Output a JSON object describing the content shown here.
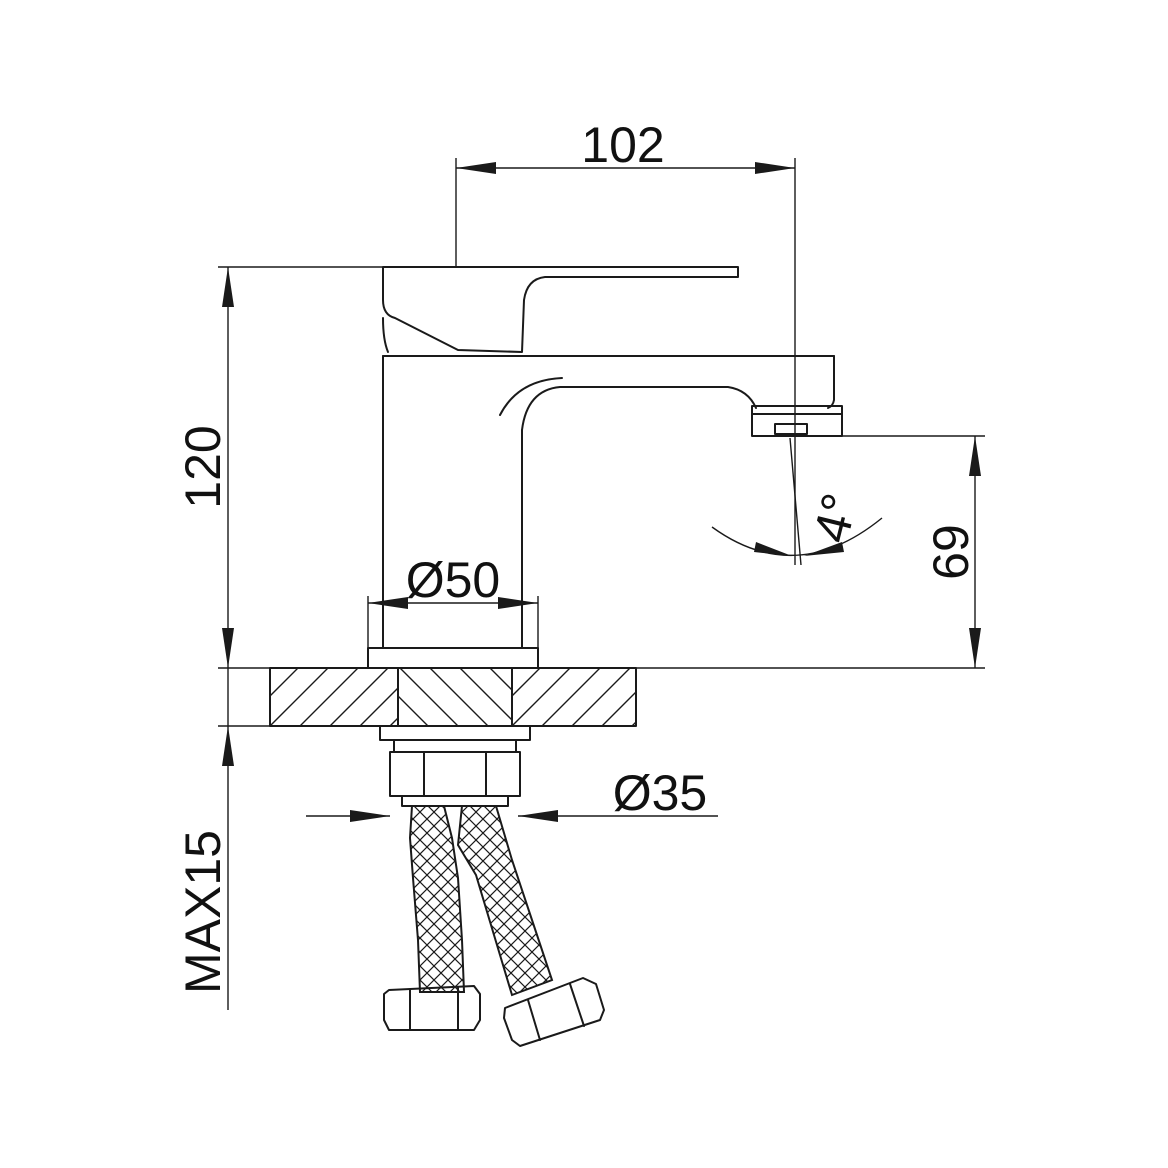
{
  "dimensions": {
    "width_top": "102",
    "height_total": "120",
    "spout_height": "69",
    "angle": "4°",
    "base_diameter": "Ø50",
    "shank_diameter": "Ø35",
    "max_deck_thickness": "MAX15"
  },
  "colors": {
    "line": "#1a1a1a",
    "background": "#ffffff"
  }
}
